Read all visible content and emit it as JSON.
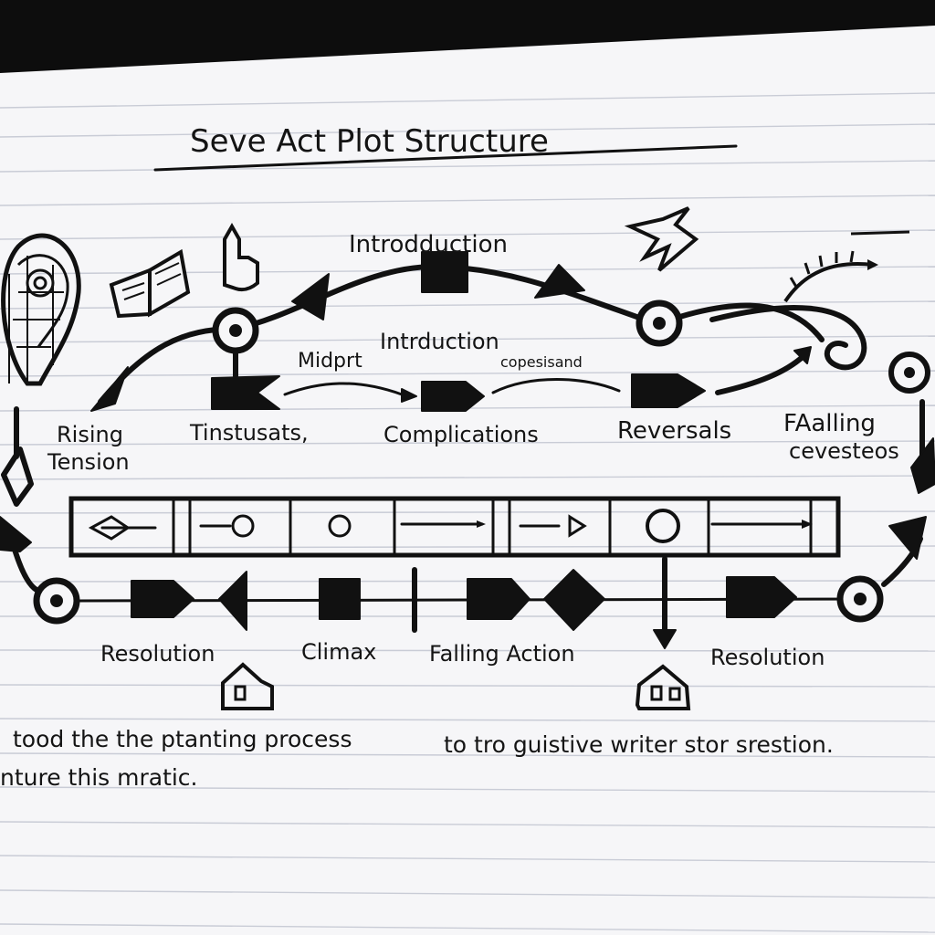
{
  "title": "Seve Act  Plot Structure",
  "arc": {
    "top_label": "Introdduction",
    "mid_label": "Intrduction",
    "midpoint_label": "Midprt",
    "small_label": "copesisand"
  },
  "stages_upper": [
    "Rising",
    "Tension",
    "Tinstusats,",
    "Complications",
    "Reversals",
    "FAalling",
    "cevesteos"
  ],
  "stages_lower": [
    "Resolution",
    "Climax",
    "Falling  Action",
    "Resolution"
  ],
  "caption": {
    "line1a": "tood  the  the  ptanting  process",
    "line1b": "to  tro  guistive  writer  stor  srestion.",
    "line2": "nture   this   mratic."
  },
  "icons": [
    "tree-icon",
    "book-icon",
    "pointing-hand-icon",
    "lightning-icon",
    "vine-icon",
    "house-icon",
    "scroll-icon",
    "target-icon"
  ],
  "colors": {
    "ink": "#111111",
    "paper": "#f7f7f9",
    "rule": "#c9ccd6"
  }
}
